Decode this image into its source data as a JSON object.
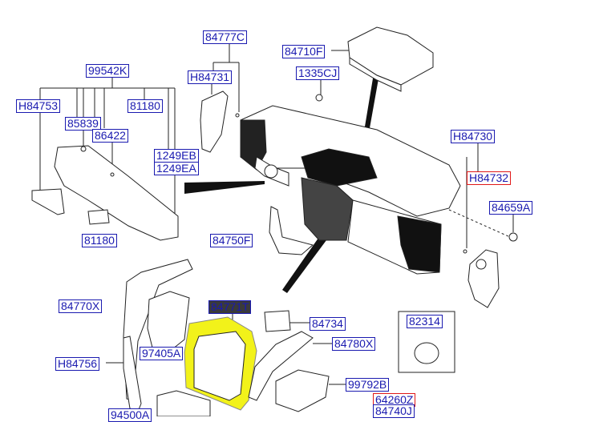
{
  "parts": {
    "p84777C": "84777C",
    "p84710F": "84710F",
    "pH84731": "H84731",
    "p1335CJ": "1335CJ",
    "p99542K": "99542K",
    "pH84753": "H84753",
    "p81180a": "81180",
    "p85839": "85839",
    "p86422": "86422",
    "p1249EB": "1249EB",
    "p1249EA": "1249EA",
    "p81180b": "81180",
    "p84750F": "84750F",
    "pH84730": "H84730",
    "pH84732": "H84732",
    "p84659A": "84659A",
    "p84770X": "84770X",
    "p84771T": "84771T",
    "p84734": "84734",
    "p82314": "82314",
    "p97405A": "97405A",
    "p84780X": "84780X",
    "pH84756": "H84756",
    "p99792B": "99792B",
    "p64260Z": "64260Z",
    "p84740J": "84740J",
    "p94500A": "94500A"
  },
  "colors": {
    "label_text": "#1a1ab0",
    "label_border": "#1a1ab0",
    "highlight_border": "#e01818",
    "highlight_fill": "#f2f21a",
    "line": "#222222"
  }
}
